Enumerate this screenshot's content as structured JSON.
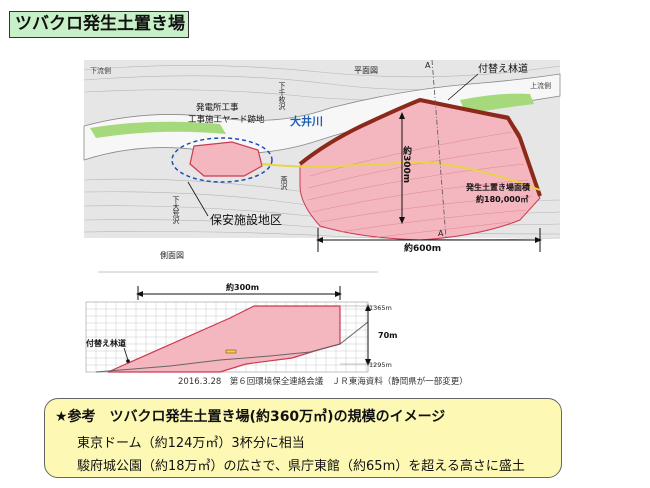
{
  "title": "ツバクロ発生土置き場",
  "plan": {
    "label_plan": "平面図",
    "label_downstream": "下流側",
    "label_upstream": "上流側",
    "label_river": "大井川",
    "label_shimosenmai": "下千枚沢",
    "label_yard": "発電所工事",
    "label_yard2": "工事施工ヤード跡地",
    "label_road": "付替え林道",
    "label_area_title": "発生土置き場面積",
    "label_area_value": "約180,000㎡",
    "label_length": "約300m",
    "label_width": "約600m",
    "label_hoan": "保安施設地区",
    "label_shimootoro": "下大荒沢",
    "label_sawa": "燕沢",
    "label_section_mark": "A"
  },
  "section": {
    "label_side": "側面図",
    "label_width": "約300m",
    "label_top_elev": "1365m",
    "label_height": "70m",
    "label_bottom_elev": "1295m",
    "label_road": "付替え林道"
  },
  "caption": "2016.3.28　第６回環境保全連絡会議　ＪＲ東海資料（静岡県が一部変更）",
  "note": {
    "heading": "★参考　ツバクロ発生土置き場(約360万㎥)の規模のイメージ",
    "line1": "東京ドーム（約124万㎥）3杯分に相当",
    "line2": "駿府城公園（約18万㎥）の広さで、県庁東館（約65m）を超える高さに盛土"
  },
  "colors": {
    "title_bg": "#c8f0c8",
    "note_bg": "#fdf9b4",
    "fill_pink": "#f4b6bf",
    "road": "#8b2a1a",
    "river_text": "#1f5fb3",
    "vegetation": "#a6d97c"
  }
}
